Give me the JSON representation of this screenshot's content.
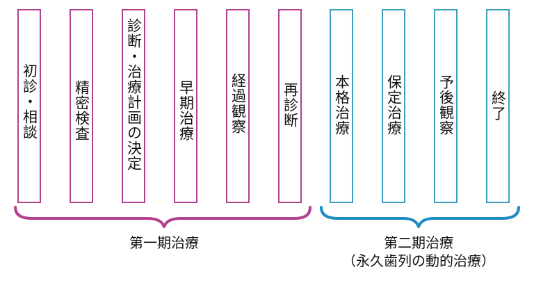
{
  "phase1": {
    "title": "第一期治療",
    "color": "#b3408f",
    "steps": [
      {
        "label": "初診・相談"
      },
      {
        "label": "精密検査"
      },
      {
        "label": "診断・治療計画の決定"
      },
      {
        "label": "早期治療"
      },
      {
        "label": "経過観察"
      },
      {
        "label": "再診断"
      }
    ]
  },
  "phase2": {
    "title": "第二期治療",
    "subtitle": "（永久歯列の動的治療）",
    "color": "#3a9fbd",
    "steps": [
      {
        "label": "本格治療"
      },
      {
        "label": "保定治療"
      },
      {
        "label": "予後観察"
      },
      {
        "label": "終了"
      }
    ]
  }
}
